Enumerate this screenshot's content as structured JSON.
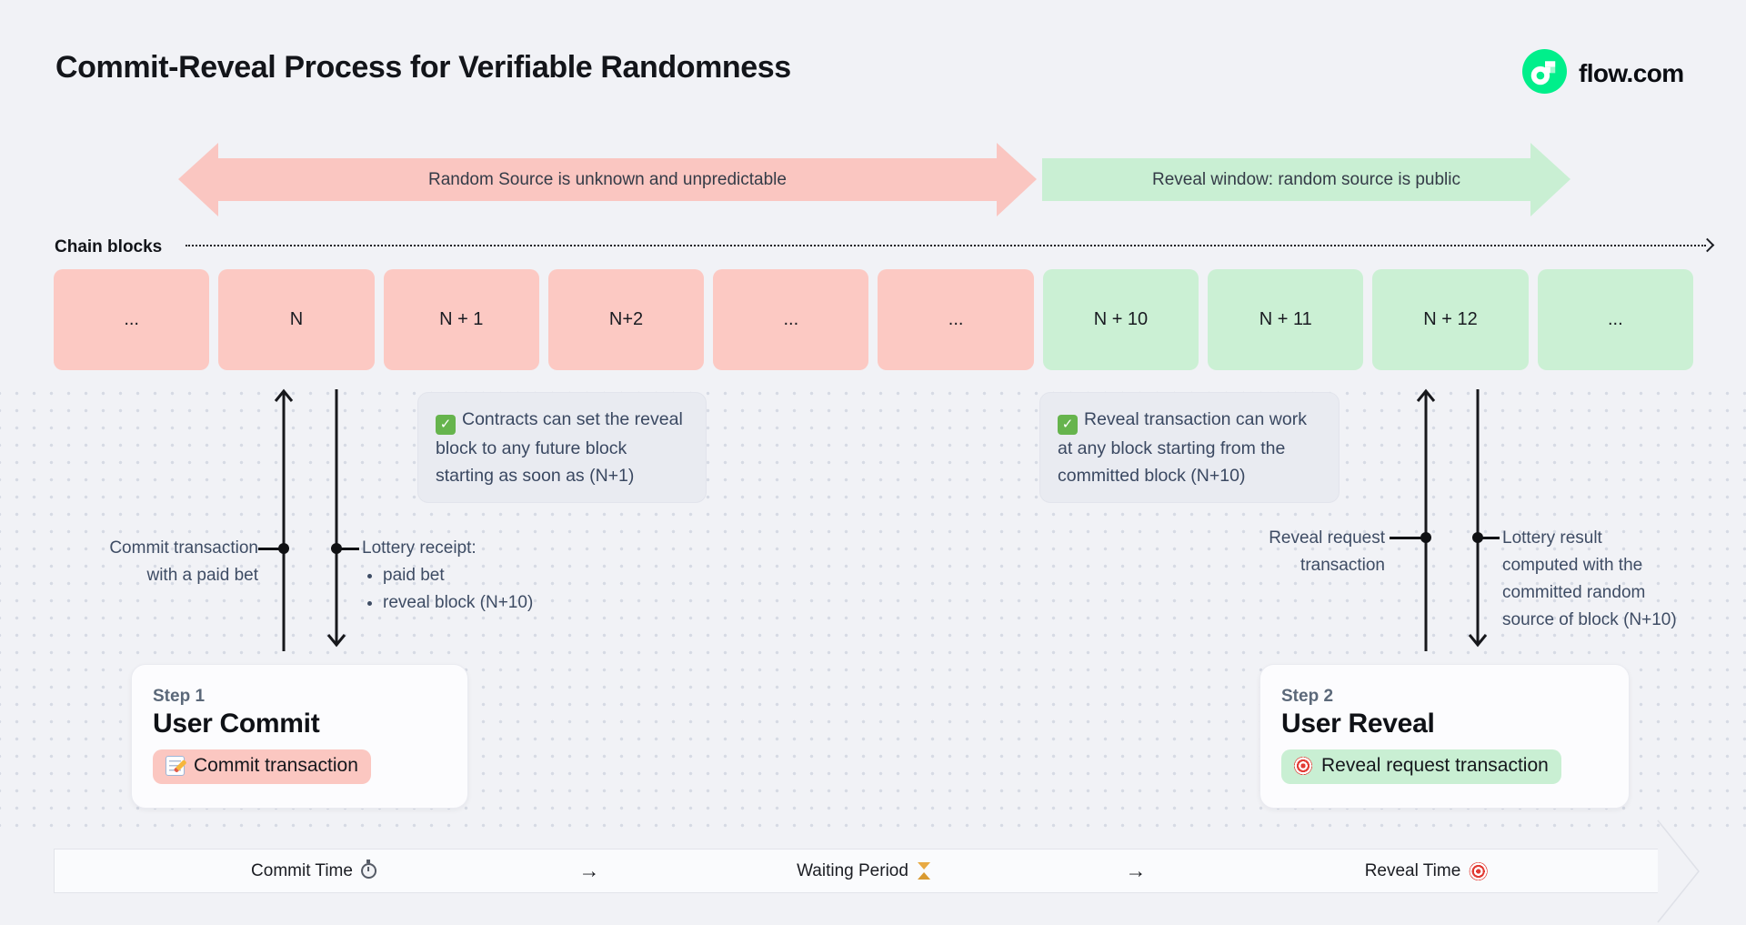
{
  "header": {
    "title": "Commit-Reveal Process for Verifiable Randomness",
    "brand": "flow.com"
  },
  "colors": {
    "commit_pink": "#FCC9C3",
    "reveal_green": "#CBF0D4",
    "flow_green": "#00EF8B",
    "note_bg": "#E9EBF1"
  },
  "phases": {
    "commit": {
      "label": "Random Source is unknown and unpredictable"
    },
    "reveal": {
      "label": "Reveal window: random source is public"
    }
  },
  "chain": {
    "label": "Chain blocks",
    "blocks": [
      {
        "label": "...",
        "phase": "commit"
      },
      {
        "label": "N",
        "phase": "commit"
      },
      {
        "label": "N + 1",
        "phase": "commit"
      },
      {
        "label": "N+2",
        "phase": "commit"
      },
      {
        "label": "...",
        "phase": "commit"
      },
      {
        "label": "...",
        "phase": "commit"
      },
      {
        "label": "N + 10",
        "phase": "reveal"
      },
      {
        "label": "N + 11",
        "phase": "reveal"
      },
      {
        "label": "N + 12",
        "phase": "reveal"
      },
      {
        "label": "...",
        "phase": "reveal"
      }
    ]
  },
  "notes": {
    "commit": {
      "icon": "check-icon",
      "text": "Contracts can set the reveal block to any future block starting as soon as (N+1)"
    },
    "reveal": {
      "icon": "check-icon",
      "text": "Reveal transaction can work at any block starting from the committed block (N+10)"
    }
  },
  "annotations": {
    "commit_tx": {
      "line1": "Commit transaction",
      "line2": "with a paid bet"
    },
    "lottery_receipt": {
      "title": "Lottery receipt:",
      "bullet1": "paid bet",
      "bullet2": "reveal block (N+10)"
    },
    "reveal_tx": {
      "line1": "Reveal request",
      "line2": "transaction"
    },
    "lottery_result": {
      "line1": "Lottery result",
      "line2": "computed with the",
      "line3": "committed random",
      "line4": "source of block (N+10)"
    }
  },
  "steps": {
    "commit": {
      "eyebrow": "Step 1",
      "title": "User Commit",
      "badge": "Commit transaction",
      "badge_icon": "memo-icon"
    },
    "reveal": {
      "eyebrow": "Step 2",
      "title": "User Reveal",
      "badge": "Reveal request transaction",
      "badge_icon": "target-icon"
    }
  },
  "timeline": {
    "commit": {
      "label": "Commit Time",
      "icon": "stopwatch-icon"
    },
    "arrow1": "→",
    "waiting": {
      "label": "Waiting Period",
      "icon": "hourglass-icon"
    },
    "arrow2": "→",
    "reveal": {
      "label": "Reveal Time",
      "icon": "target-icon"
    }
  }
}
